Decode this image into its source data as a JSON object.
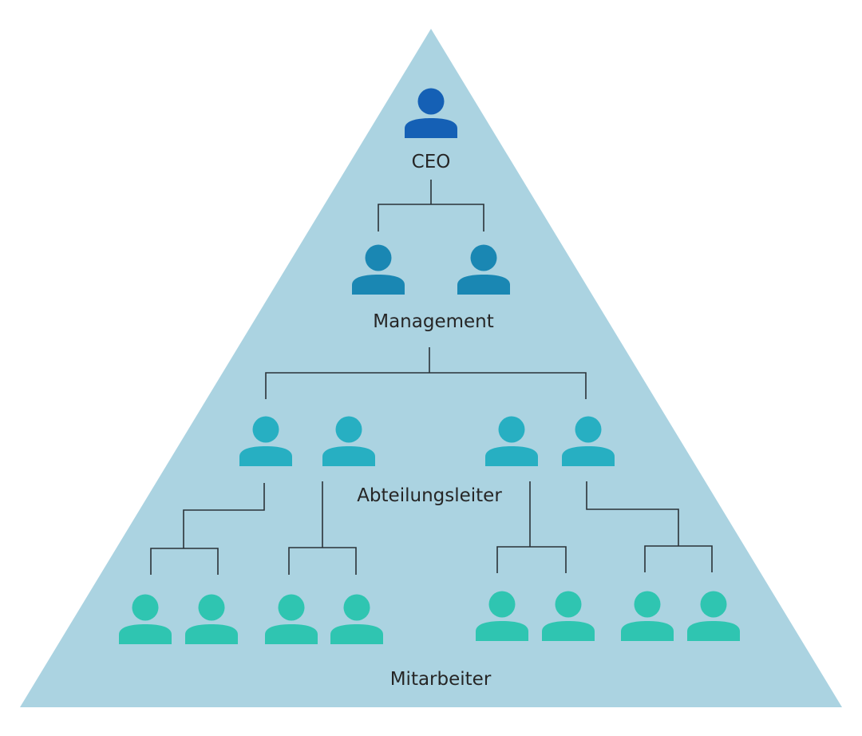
{
  "diagram": {
    "type": "org-pyramid",
    "levels": [
      {
        "label": "CEO",
        "count": 1,
        "color": "#1560b5"
      },
      {
        "label": "Management",
        "count": 2,
        "color": "#1a87b3"
      },
      {
        "label": "Abteilungsleiter",
        "count": 4,
        "color": "#27afc2"
      },
      {
        "label": "Mitarbeiter",
        "count": 8,
        "color": "#2fc5b1"
      }
    ],
    "background_color": "#abd3e1",
    "line_color": "#2b3338"
  }
}
